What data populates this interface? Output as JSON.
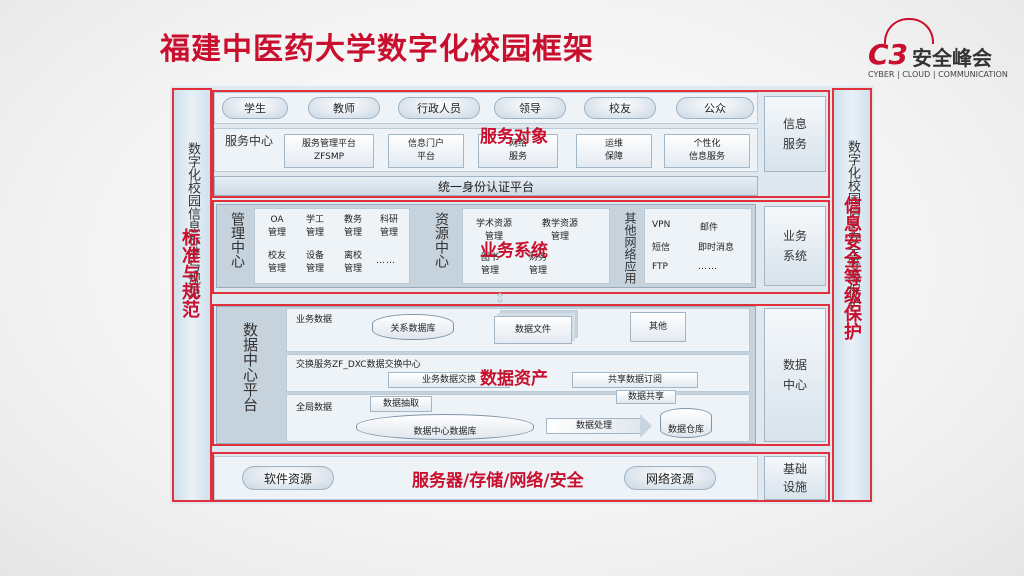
{
  "title": "福建中医药大学数字化校园框架",
  "logo": {
    "mark": "C3",
    "name": "安全峰会",
    "tagline": "CYBER | CLOUD | COMMUNICATION"
  },
  "left_pillar": {
    "label": "数字化校园信息标准与规范",
    "overlay": "标准与规范"
  },
  "right_pillar": {
    "label": "数字化校园信息安全等级保护",
    "overlay": "信息安全等级保护"
  },
  "service_targets": [
    "学生",
    "教师",
    "行政人员",
    "领导",
    "校友",
    "公众"
  ],
  "service_center": {
    "label": "服务中心",
    "items": [
      "服务管理平台\nZFSMP",
      "信息门户\n平台",
      "网络\n服务",
      "运维\n保障",
      "个性化\n信息服务"
    ]
  },
  "auth_platform": "统一身份认证平台",
  "business": {
    "mgmt_center": "管理中心",
    "mgmt_items": [
      "OA\n管理",
      "学工\n管理",
      "教务\n管理",
      "科研\n管理",
      "校友\n管理",
      "设备\n管理",
      "离校\n管理"
    ],
    "mgmt_more": "……",
    "resource_center": "资源中心",
    "resource_items": [
      "学术资源\n管理",
      "教学资源\n管理",
      "图书\n管理",
      "财务\n管理"
    ],
    "other_apps": "其他网络应用",
    "other_items": [
      "VPN",
      "邮件",
      "短信",
      "即时消息",
      "FTP"
    ],
    "other_more": "……"
  },
  "data_center": {
    "label": "数据中心平台",
    "business_data": "业务数据",
    "relational_db": "关系数据库",
    "data_files": "数据文件",
    "other": "其他",
    "exchange": "交换服务ZF_DXC数据交换中心",
    "business_data_exchange": "业务数据交换",
    "shared_subscription": "共享数据订阅",
    "data_sharing": "数据共享",
    "global_data": "全局数据",
    "data_extraction": "数据抽取",
    "center_db": "数据中心数据库",
    "processing": "数据处理",
    "warehouse": "数据仓库"
  },
  "infrastructure": {
    "software": "软件资源",
    "network": "网络资源"
  },
  "right_labels": [
    "信息\n服务",
    "业务\n系统",
    "数据\n中心",
    "基础\n设施"
  ],
  "overlays": {
    "service": "服务对象",
    "business": "业务系统",
    "data": "数据资产",
    "infra": "服务器/存储/网络/安全"
  }
}
